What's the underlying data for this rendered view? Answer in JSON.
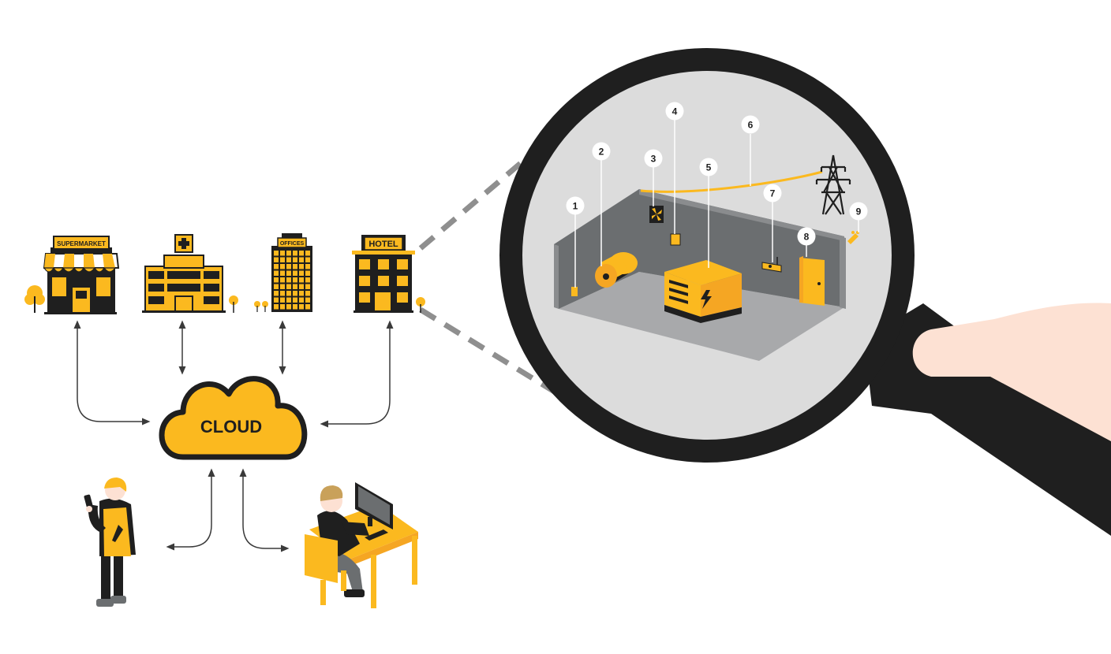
{
  "buildings": {
    "supermarket": "SUPERMARKET",
    "offices": "OFFICES",
    "hotel": "HOTEL"
  },
  "cloud": {
    "label": "CLOUD"
  },
  "callouts": [
    "1",
    "2",
    "3",
    "4",
    "5",
    "6",
    "7",
    "8",
    "9"
  ],
  "colors": {
    "accent": "#fbb91f",
    "dark": "#1f1f1f",
    "wall": "#6b6e70",
    "floor": "#a8a9ab",
    "lens": "#dcdcdc",
    "skin": "#fde1d3"
  }
}
